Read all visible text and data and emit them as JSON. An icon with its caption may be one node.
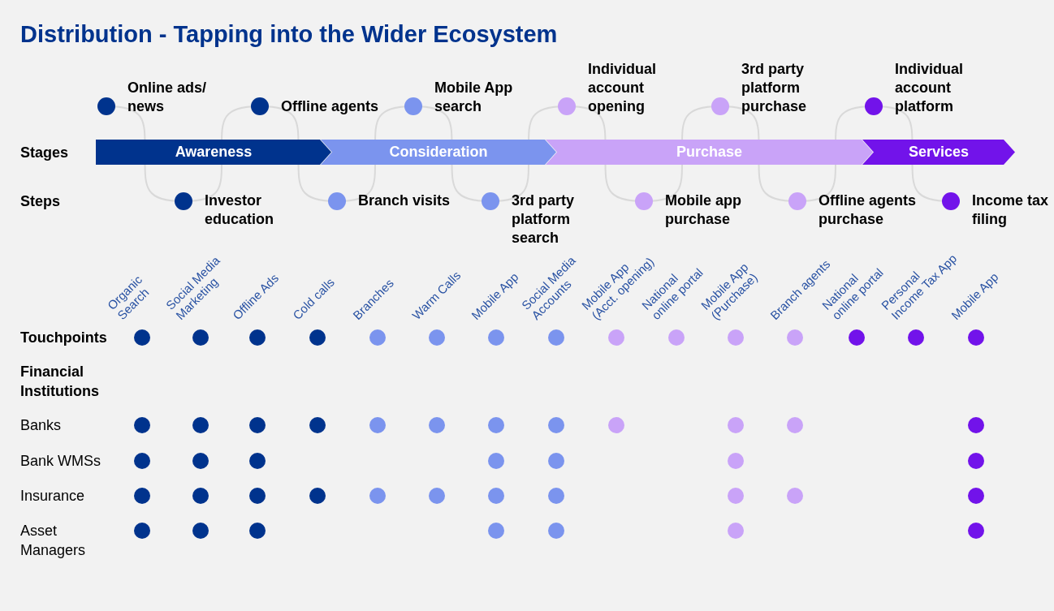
{
  "diagram": {
    "title": "Distribution - Tapping into the Wider Ecosystem",
    "nodes": [
      {
        "text": [
          "Awareness"
        ]
      },
      {
        "text": [
          "Consideration"
        ]
      },
      {
        "text": [
          "Purchase"
        ]
      },
      {
        "text": [
          "Services"
        ]
      },
      {
        "text": [
          "Online ads/ news"
        ]
      },
      {
        "text": [
          "Investor education"
        ]
      },
      {
        "text": [
          "Offline agents"
        ]
      },
      {
        "text": [
          "Branch visits"
        ]
      },
      {
        "text": [
          "Mobile App search"
        ]
      },
      {
        "text": [
          "3rd party platform search"
        ]
      },
      {
        "text": [
          "Individual account opening"
        ]
      },
      {
        "text": [
          "Mobile app purchase"
        ]
      },
      {
        "text": [
          "3rd party platform purchase"
        ]
      },
      {
        "text": [
          "Offline agents purchase"
        ]
      },
      {
        "text": [
          "Individual account platform"
        ]
      },
      {
        "text": [
          "Income tax filing"
        ]
      }
    ],
    "labels": [
      "Stages",
      "Steps",
      "Organic Search",
      "Social Media Marketing",
      "Offline Ads",
      "Cold calls",
      "Branches",
      "Warm Calls",
      "Mobile App",
      "Social Media Accounts",
      "Mobile App (Acct. opening)",
      "National online portal",
      "Mobile App (Purchase)",
      "Branch agents",
      "National online portal",
      "Personal Income Tax App",
      "Mobile App",
      "Touchpoints",
      "Financial Institutions",
      "Banks",
      "Bank WMSs",
      "Insurance",
      "Asset Managers"
    ]
  }
}
